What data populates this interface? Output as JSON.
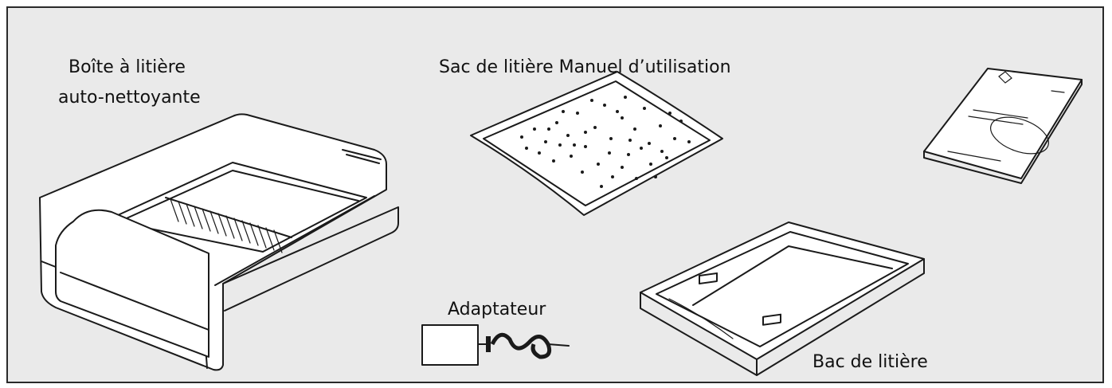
{
  "labels": {
    "litter_box_line1": "Boîte à litière",
    "litter_box_line2": "auto-nettoyante",
    "bag_and_manual": "Sac de litière Manuel d’utilisation",
    "adapter": "Adaptateur",
    "tray": "Bac de litière"
  },
  "colors": {
    "panel_background": "#eaeaea",
    "line": "#1a1a1a"
  },
  "icons": {
    "litter_box": "self-cleaning-litter-box-illustration",
    "bag": "litter-bag-illustration",
    "manual": "user-manual-illustration",
    "adapter": "power-adapter-illustration",
    "tray": "litter-tray-illustration"
  }
}
